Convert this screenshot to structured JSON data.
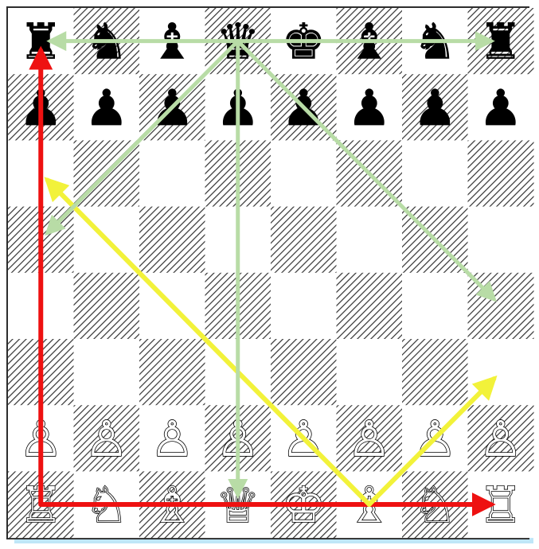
{
  "board": {
    "rows": [
      [
        "♜",
        "♞",
        "♝",
        "♛",
        "♚",
        "♝",
        "♞",
        "♜"
      ],
      [
        "♟",
        "♟",
        "♟",
        "♟",
        "♟",
        "♟",
        "♟",
        "♟"
      ],
      [
        "",
        "",
        "",
        "",
        "",
        "",
        "",
        ""
      ],
      [
        "",
        "",
        "",
        "",
        "",
        "",
        "",
        ""
      ],
      [
        "",
        "",
        "",
        "",
        "",
        "",
        "",
        ""
      ],
      [
        "",
        "",
        "",
        "",
        "",
        "",
        "",
        ""
      ],
      [
        "♙",
        "♙",
        "♙",
        "♙",
        "♙",
        "♙",
        "♙",
        "♙"
      ],
      [
        "♖",
        "♘",
        "♗",
        "♕",
        "♔",
        "♗",
        "♘",
        "♖"
      ]
    ],
    "colors": {
      "light_square": "#ffffff",
      "dark_square": "#b9b9b9",
      "hatch": "#3a3a3a",
      "black_piece": "#000000",
      "white_piece": "#ffffff"
    }
  },
  "arrows": [
    {
      "color": "#ee1111",
      "from": "a1",
      "to": "a8",
      "meaning": "rook move"
    },
    {
      "color": "#ee1111",
      "from": "a1",
      "to": "h1",
      "meaning": "rook move"
    },
    {
      "color": "#f2f23a",
      "from": "f1",
      "to": "a6",
      "meaning": "bishop move"
    },
    {
      "color": "#f2f23a",
      "from": "f1",
      "to": "h3",
      "meaning": "bishop move"
    },
    {
      "color": "#b8dca6",
      "from": "d8",
      "to": "a8",
      "meaning": "queen move"
    },
    {
      "color": "#b8dca6",
      "from": "d8",
      "to": "h8",
      "meaning": "queen move"
    },
    {
      "color": "#b8dca6",
      "from": "d8",
      "to": "d1",
      "meaning": "queen move"
    },
    {
      "color": "#b8dca6",
      "from": "d8",
      "to": "a5",
      "meaning": "queen move"
    },
    {
      "color": "#b8dca6",
      "from": "d8",
      "to": "h4",
      "meaning": "queen move"
    }
  ]
}
